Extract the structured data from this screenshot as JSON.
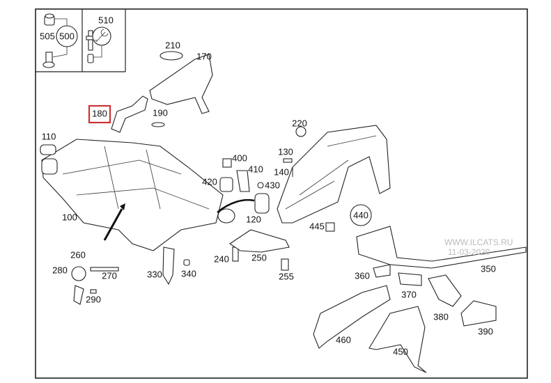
{
  "diagram": {
    "highlighted_part": "180",
    "highlight_color": "#cc3333",
    "inset_labels": {
      "nut_bolt_group": "505",
      "nut_bolt_circle": "500",
      "tool_group": "510"
    },
    "part_labels": {
      "p210": "210",
      "p170": "170",
      "p180": "180",
      "p190": "190",
      "p110": "110",
      "p220": "220",
      "p400": "400",
      "p130": "130",
      "p410": "410",
      "p140": "140",
      "p420": "420",
      "p430": "430",
      "p440": "440",
      "p445": "445",
      "p120": "120",
      "p100": "100",
      "p260": "260",
      "p280": "280",
      "p270": "270",
      "p290": "290",
      "p240": "240",
      "p250": "250",
      "p330": "330",
      "p340": "340",
      "p255": "255",
      "p360": "360",
      "p350": "350",
      "p370": "370",
      "p380": "380",
      "p390": "390",
      "p460": "460",
      "p450": "450"
    },
    "watermark": {
      "line1": "WWW.ILCATS.RU",
      "line2": "11-03-2020"
    }
  }
}
